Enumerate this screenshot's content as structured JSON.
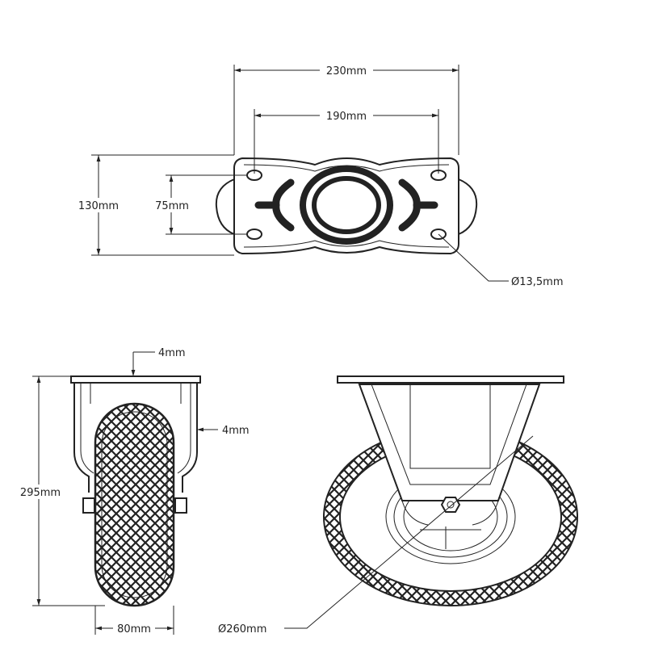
{
  "top_view": {
    "dim_width_outer": "230mm",
    "dim_width_holes": "190mm",
    "dim_height_outer": "130mm",
    "dim_height_holes": "75mm",
    "dim_hole_diameter": "Ø13,5mm"
  },
  "side_view": {
    "dim_plate_thickness": "4mm",
    "dim_fork_thickness": "4mm",
    "dim_total_height": "295mm",
    "dim_wheel_width": "80mm"
  },
  "front_view": {
    "dim_wheel_diameter": "Ø260mm"
  },
  "colors": {
    "line": "#222222",
    "background": "#ffffff"
  }
}
